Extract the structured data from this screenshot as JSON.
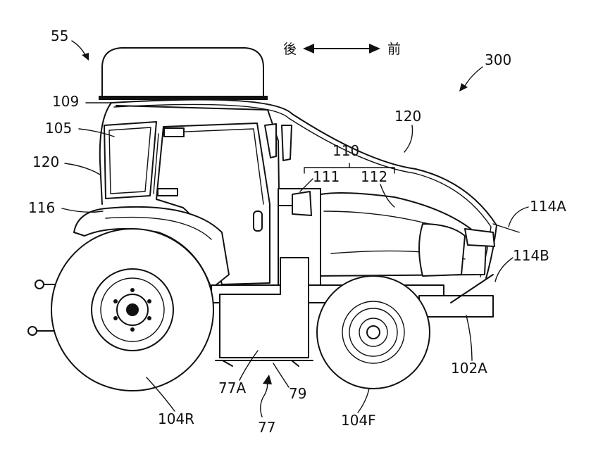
{
  "direction": {
    "rear": "後",
    "front": "前"
  },
  "labels": {
    "l55": "55",
    "l300": "300",
    "l109": "109",
    "l105": "105",
    "l120a": "120",
    "l120b": "120",
    "l116": "116",
    "l110": "110",
    "l111": "111",
    "l112": "112",
    "l114A": "114A",
    "l114B": "114B",
    "l102A": "102A",
    "l104R": "104R",
    "l104F": "104F",
    "l77A": "77A",
    "l79": "79",
    "l77": "77"
  }
}
